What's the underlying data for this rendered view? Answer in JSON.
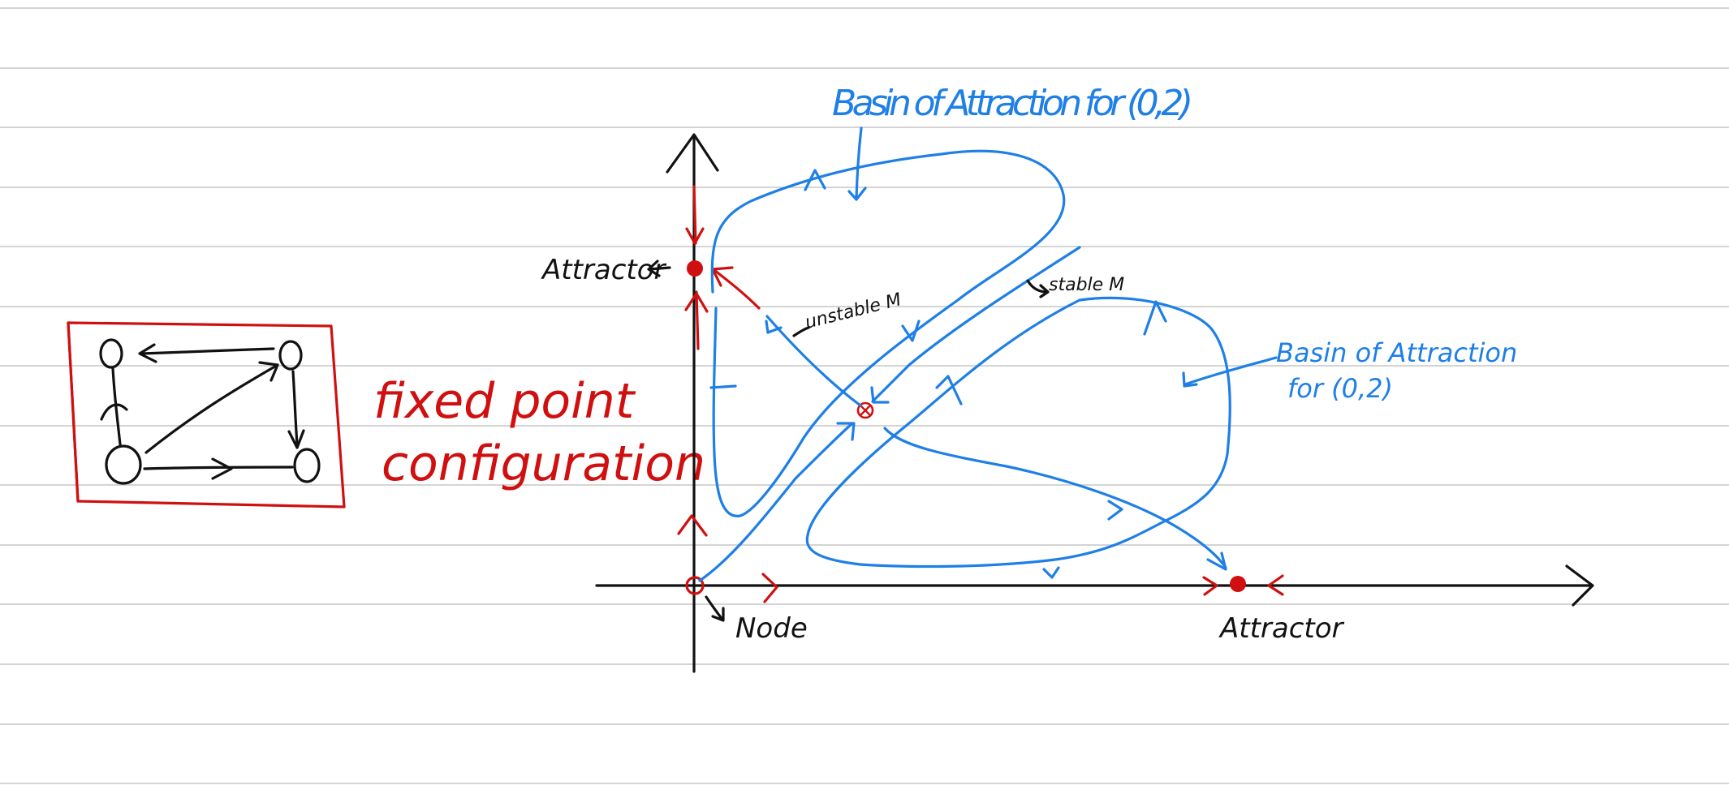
{
  "labels": {
    "basin_top": "Basin of Attraction for (0,2)",
    "basin_right_line1": "Basin of Attraction",
    "basin_right_line2": "for  (0,2)",
    "attractor_left": "Attractor",
    "attractor_right": "Attractor",
    "node": "Node",
    "unstable_manifold": "unstable M",
    "stable_manifold": "stable M",
    "fixed_point_line1": "fixed  point",
    "fixed_point_line2": "configuration"
  },
  "colors": {
    "ink_black": "#111111",
    "ink_red": "#d01010",
    "ink_blue": "#1e7fe6",
    "ruled_line": "#d4d4d4",
    "background": "#ffffff"
  }
}
